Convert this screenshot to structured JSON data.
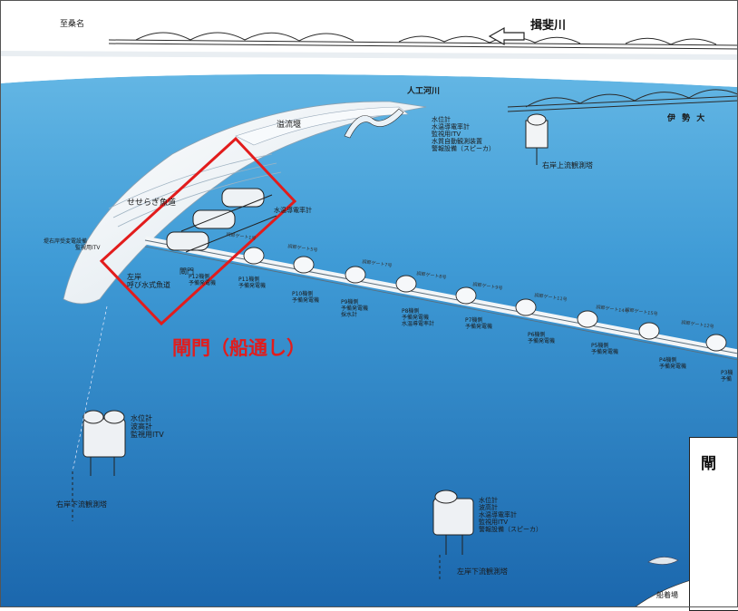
{
  "top": {
    "to_kuwana": "至桑名",
    "river_name": "揖斐川",
    "artificial_river": "人工河川",
    "bridge_label": "伊 勢 大"
  },
  "structures": {
    "overflow_weir": "溢流堰",
    "seseragi_fishway": "せせらぎ魚道",
    "substation": [
      "堤右岸受変電設備",
      "監視用ITV"
    ],
    "lock_gate": "閘門",
    "left_fishway": [
      "左岸",
      "呼び水式魚道"
    ],
    "water_temp_meter": "水温導電率計"
  },
  "tower_upper": {
    "name": "右岸上流観測塔",
    "items": [
      "水位計",
      "水温導電率計",
      "監視用ITV",
      "水質自動観測装置",
      "警報設備（スピーカ）"
    ]
  },
  "tower_right_lower": {
    "name": "右岸下流観測塔",
    "items": [
      "水位計",
      "波高計",
      "監視用ITV"
    ]
  },
  "tower_left_lower": {
    "name": "左岸下流観測塔",
    "items": [
      "水位計",
      "波高計",
      "水温導電率計",
      "監視用ITV",
      "警報設備（スピーカ）"
    ]
  },
  "gate_machines": [
    {
      "id": "p12",
      "lines": [
        "P12機側",
        "予備発電機"
      ]
    },
    {
      "id": "p11",
      "lines": [
        "P11機側",
        "予備発電機"
      ]
    },
    {
      "id": "p10",
      "lines": [
        "P10機側",
        "予備発電機"
      ]
    },
    {
      "id": "p9",
      "lines": [
        "P9機側",
        "予備発電機",
        "採水計"
      ]
    },
    {
      "id": "p8",
      "lines": [
        "P8機側",
        "予備発電機",
        "水温導電率計"
      ]
    },
    {
      "id": "p7",
      "lines": [
        "P7機側",
        "予備発電機"
      ]
    },
    {
      "id": "p6",
      "lines": [
        "P6機側",
        "予備発電機"
      ]
    },
    {
      "id": "p5",
      "lines": [
        "P5機側",
        "予備発電機"
      ]
    },
    {
      "id": "p4",
      "lines": [
        "P4機側",
        "予備発電機"
      ]
    },
    {
      "id": "p3",
      "lines": [
        "P3機",
        "予備"
      ]
    }
  ],
  "gate_names": [
    "調節ゲート1号",
    "調節ゲート5号",
    "調節ゲート7号",
    "調節ゲート8号",
    "調節ゲート9号",
    "調節ゲート11号",
    "調節ゲート14号",
    "調節ゲート15号",
    "調節ゲート12号"
  ],
  "highlight": {
    "caption": "閘門（船通し）",
    "color": "#e21c1c"
  },
  "callout_char": "閘",
  "ship_dock": "船着場",
  "colors": {
    "water_light": "#4fa6dc",
    "water_deep": "#1e6db2",
    "embankment": "#eef3f7"
  }
}
